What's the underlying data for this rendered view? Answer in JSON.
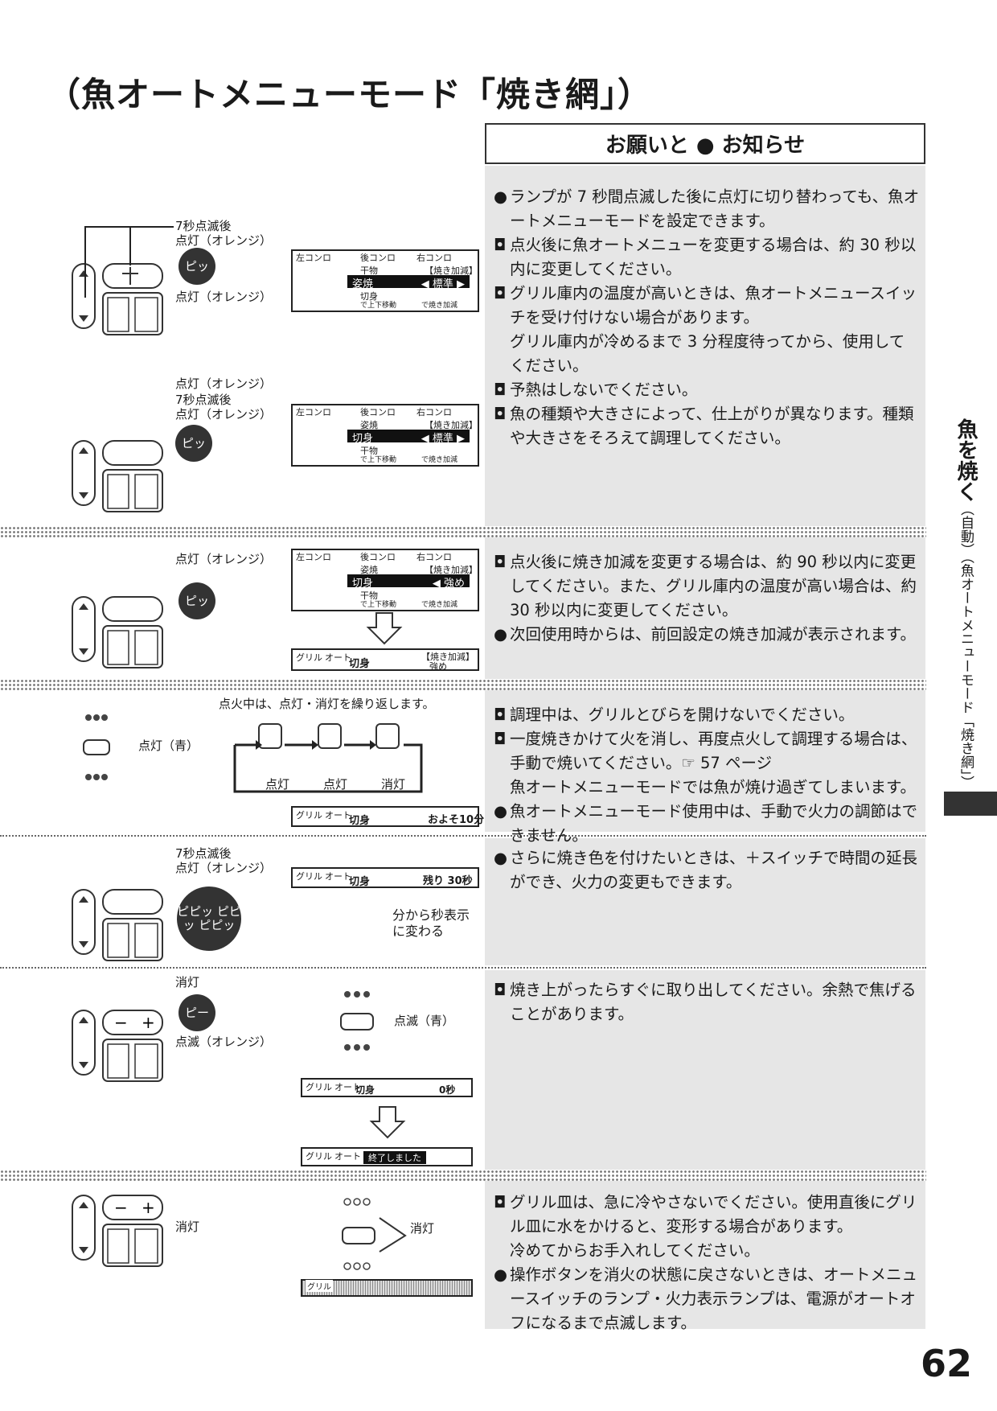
{
  "title": "（魚オートメニューモード「焼き網」）",
  "notice_header": "お願いと ● お知らせ",
  "sidebar": {
    "main": "魚を焼く",
    "sub": "（自動）（魚オートメニューモード「焼き網」）"
  },
  "page_number": "62",
  "sections": [
    {
      "notes": [
        {
          "mark": "●",
          "text": "ランプが 7 秒間点滅した後に点灯に切り替わっても、魚オートメニューモードを設定できます。"
        },
        {
          "mark": "◘",
          "text": "点火後に魚オートメニューを変更する場合は、約 30 秒以内に変更してください。"
        },
        {
          "mark": "◘",
          "text": "グリル庫内の温度が高いときは、魚オートメニュースイッチを受け付けない場合があります。"
        },
        {
          "mark": "",
          "text": "グリル庫内が冷めるまで 3 分程度待ってから、使用してください。"
        },
        {
          "mark": "◘",
          "text": "予熱はしないでください。"
        },
        {
          "mark": "◘",
          "text": "魚の種類や大きさによって、仕上がりが異なります。種類や大きさをそろえて調理してください。"
        }
      ]
    },
    {
      "notes": [
        {
          "mark": "◘",
          "text": "点火後に焼き加減を変更する場合は、約 90 秒以内に変更してください。また、グリル庫内の温度が高い場合は、約 30 秒以内に変更してください。"
        },
        {
          "mark": "●",
          "text": "次回使用時からは、前回設定の焼き加減が表示されます。"
        }
      ]
    },
    {
      "notes": [
        {
          "mark": "◘",
          "text": "調理中は、グリルとびらを開けないでください。"
        },
        {
          "mark": "◘",
          "text": "一度焼きかけて火を消し、再度点火して調理する場合は、手動で焼いてください。☞ 57 ページ"
        },
        {
          "mark": "",
          "text": "魚オートメニューモードでは魚が焼け過ぎてしまいます。"
        },
        {
          "mark": "●",
          "text": "魚オートメニューモード使用中は、手動で火力の調節はできません。"
        }
      ]
    },
    {
      "notes": [
        {
          "mark": "●",
          "text": "さらに焼き色を付けたいときは、＋スイッチで時間の延長ができ、火力の変更もできます。"
        }
      ]
    },
    {
      "notes": [
        {
          "mark": "◘",
          "text": "焼き上がったらすぐに取り出してください。余熱で焦げることがあります。"
        }
      ]
    },
    {
      "notes": [
        {
          "mark": "◘",
          "text": "グリル皿は、急に冷やさないでください。使用直後にグリル皿に水をかけると、変形する場合があります。"
        },
        {
          "mark": "",
          "text": "冷めてからお手入れしてください。"
        },
        {
          "mark": "●",
          "text": "操作ボタンを消火の状態に戻さないときは、オートメニュースイッチのランプ・火力表示ランプは、電源がオートオフになるまで点滅します。"
        }
      ]
    }
  ],
  "labels": {
    "blink7": "7秒点滅後",
    "orange_on": "点灯（オレンジ）",
    "blue_on": "点灯（青）",
    "blue_blink": "点滅（青）",
    "orange_blink": "点滅（オレンジ）",
    "off": "消灯",
    "repeat": "点火中は、点灯・消灯を繰り返します。",
    "seq_on1": "点灯",
    "seq_on2": "点灯",
    "seq_off": "消灯",
    "min_to_sec": "分から秒表示に変わる"
  },
  "beeps": {
    "pi": "ピッ",
    "pipipi": "ピピッ ピピッ ピピッ",
    "pii": "ピー"
  },
  "lcd": {
    "tabs": [
      "左コンロ",
      "後コンロ",
      "右コンロ"
    ],
    "screen1": {
      "top": "干物",
      "tag": "【焼き加減】",
      "sel": "姿焼",
      "val": "◀ 標準 ▶",
      "bottom": "切身",
      "foot1": "で上下移動",
      "foot2": "で焼き加減"
    },
    "screen2": {
      "top": "姿焼",
      "tag": "【焼き加減】",
      "sel": "切身",
      "val": "◀ 標準 ▶",
      "bottom": "干物",
      "foot1": "で上下移動",
      "foot2": "で焼き加減"
    },
    "screen3": {
      "top": "姿焼",
      "tag": "【焼き加減】",
      "sel": "切身",
      "val": "◀ 強め",
      "bottom": "干物",
      "foot1": "で上下移動",
      "foot2": "で焼き加減"
    },
    "strip_kirimi_tsuyome": {
      "grill": "グリル",
      "auto": "オート",
      "name": "切身",
      "tag": "【焼き加減】",
      "val": "強め"
    },
    "strip_10min": {
      "grill": "グリル",
      "auto": "オート",
      "name": "切身",
      "time": "およそ10分"
    },
    "strip_30sec": {
      "grill": "グリル",
      "auto": "オート",
      "name": "切身",
      "time": "残り 30秒"
    },
    "strip_0sec": {
      "grill": "グリル",
      "auto": "オート",
      "name": "切身",
      "time": "0秒"
    },
    "strip_done": {
      "grill": "グリル",
      "auto": "オート",
      "msg": "終了しました"
    },
    "strip_blank": {
      "grill": "グリル"
    }
  }
}
